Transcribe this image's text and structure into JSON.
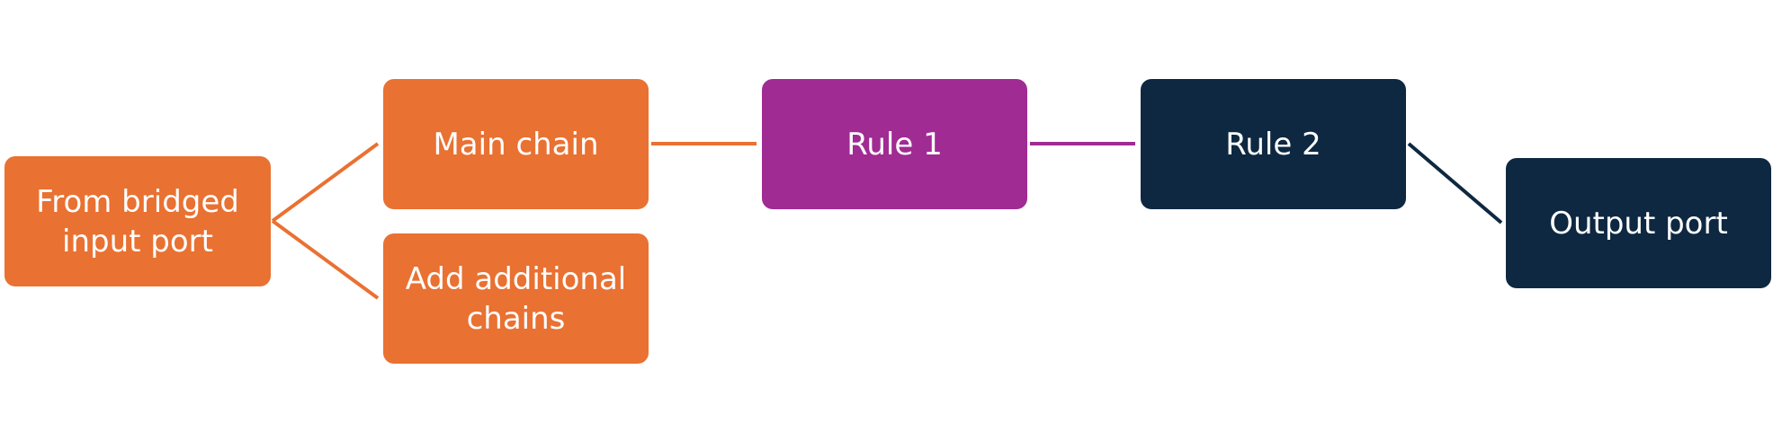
{
  "diagram": {
    "nodes": {
      "from_bridged_input_port": {
        "label": "From bridged\ninput port",
        "color": "#E97132"
      },
      "main_chain": {
        "label": "Main chain",
        "color": "#E97132"
      },
      "add_additional_chains": {
        "label": "Add additional\nchains",
        "color": "#E97132"
      },
      "rule_1": {
        "label": "Rule 1",
        "color": "#A02B93"
      },
      "rule_2": {
        "label": "Rule 2",
        "color": "#0E2841"
      },
      "output_port": {
        "label": "Output port",
        "color": "#0E2841"
      }
    },
    "edges": [
      {
        "from": "from_bridged_input_port",
        "to": "main_chain",
        "color": "#E97132"
      },
      {
        "from": "from_bridged_input_port",
        "to": "add_additional_chains",
        "color": "#E97132"
      },
      {
        "from": "main_chain",
        "to": "rule_1",
        "color": "#E97132"
      },
      {
        "from": "rule_1",
        "to": "rule_2",
        "color": "#A02B93"
      },
      {
        "from": "rule_2",
        "to": "output_port",
        "color": "#0E2841"
      }
    ]
  }
}
